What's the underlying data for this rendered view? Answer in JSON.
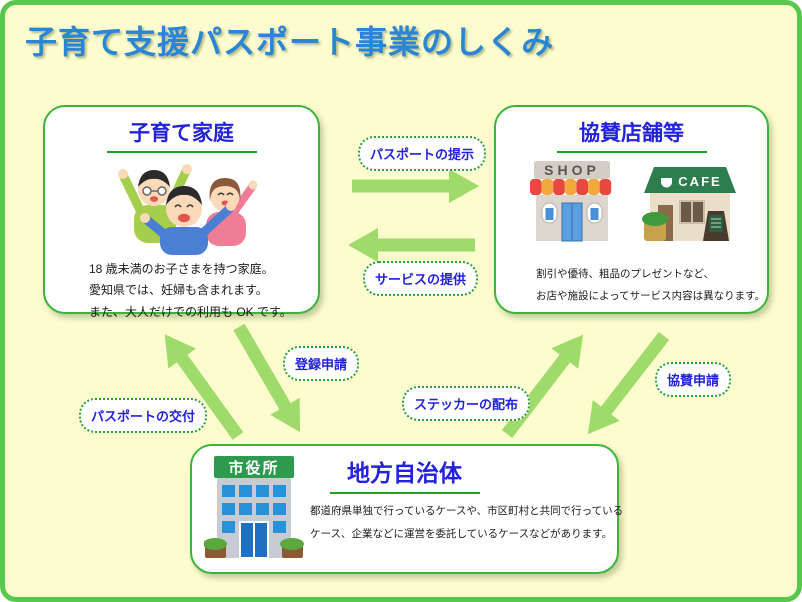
{
  "title": "子育て支援パスポート事業のしくみ",
  "colors": {
    "background": "#fcfccf",
    "frame_border": "#58c74b",
    "box_border": "#3cb439",
    "arrow": "#9fdb6b",
    "title_text": "#2a86d4",
    "heading_text": "#2222dd",
    "label_text": "#2222dd",
    "label_border": "#2da32b",
    "heading_underline": "#1ea321"
  },
  "boxes": {
    "family": {
      "heading": "子育て家庭",
      "illustration": "happy-family-illustration",
      "lines": [
        "18 歳未満のお子さまを持つ家庭。",
        "愛知県では、妊婦も含まれます。",
        "また、大人だけでの利用も OK です。"
      ]
    },
    "shops": {
      "heading": "協賛店舗等",
      "illustration": "shop-and-cafe-illustration",
      "shop_sign": "SHOP",
      "cafe_sign": "CAFE",
      "lines": [
        "割引や優待、粗品のプレゼントなど、",
        "お店や施設によってサービス内容は異なります。"
      ]
    },
    "government": {
      "heading": "地方自治体",
      "illustration": "city-hall-illustration",
      "building_sign": "市役所",
      "lines": [
        "都道府県単独で行っているケースや、市区町村と共同で行っている",
        "ケース、企業などに運営を委託しているケースなどがあります。"
      ]
    }
  },
  "flow_labels": {
    "passport_show": "パスポートの提示",
    "service_provide": "サービスの提供",
    "registration_apply": "登録申請",
    "passport_issue": "パスポートの交付",
    "sticker_distribute": "ステッカーの配布",
    "sponsor_apply": "協賛申請"
  }
}
